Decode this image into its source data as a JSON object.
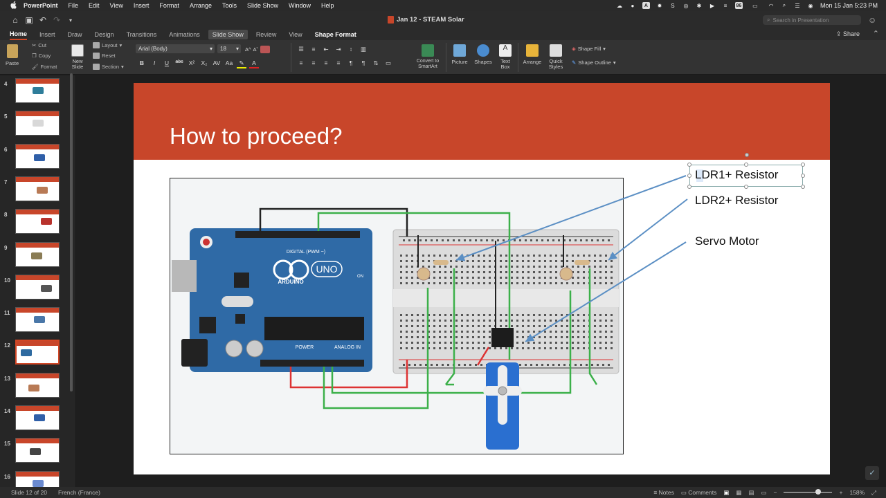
{
  "menubar": {
    "app": "PowerPoint",
    "items": [
      "File",
      "Edit",
      "View",
      "Insert",
      "Format",
      "Arrange",
      "Tools",
      "Slide Show",
      "Window",
      "Help"
    ],
    "datetime": "Mon 15 Jan  5:23 PM"
  },
  "titlebar": {
    "doc_title": "Jan 12 - STEAM Solar",
    "search_placeholder": "Search in Presentation"
  },
  "ribbon_tabs": {
    "tabs": [
      "Home",
      "Insert",
      "Draw",
      "Design",
      "Transitions",
      "Animations",
      "Slide Show",
      "Review",
      "View",
      "Shape Format"
    ],
    "active": "Home",
    "share": "Share"
  },
  "ribbon": {
    "paste": "Paste",
    "cut": "Cut",
    "copy": "Copy",
    "format": "Format",
    "new_slide": "New\nSlide",
    "layout": "Layout",
    "reset": "Reset",
    "section": "Section",
    "font": "Arial (Body)",
    "font_size": "18",
    "convert_smartart": "Convert to\nSmartArt",
    "picture": "Picture",
    "shapes": "Shapes",
    "text_box": "Text\nBox",
    "arrange": "Arrange",
    "quick_styles": "Quick\nStyles",
    "shape_fill": "Shape Fill",
    "shape_outline": "Shape Outline"
  },
  "sidebar": {
    "slides": [
      {
        "num": "4",
        "pic": "#2e7d9a"
      },
      {
        "num": "5",
        "pic": "#d8d8d8"
      },
      {
        "num": "6",
        "pic": "#2f5fa8"
      },
      {
        "num": "7",
        "pic": "#b87a55"
      },
      {
        "num": "8",
        "pic": "#b8322c"
      },
      {
        "num": "9",
        "pic": "#8a7c55"
      },
      {
        "num": "10",
        "pic": "#555555"
      },
      {
        "num": "11",
        "pic": "#4a77a8"
      },
      {
        "num": "12",
        "pic": "#2e6aa0"
      },
      {
        "num": "13",
        "pic": "#b87a55"
      },
      {
        "num": "14",
        "pic": "#2f5fa8"
      },
      {
        "num": "15",
        "pic": "#444444"
      },
      {
        "num": "16",
        "pic": "#6a8ad0"
      }
    ],
    "selected": "12"
  },
  "slide": {
    "title": "How to proceed?",
    "labels": [
      "LDR1+ Resistor",
      "LDR2+ Resistor",
      "Servo Motor"
    ],
    "board_text": {
      "uno": "UNO",
      "arduino": "ARDUINO",
      "digital": "DIGITAL (PWM ~)",
      "power": "POWER",
      "analog": "ANALOG IN",
      "on": "ON"
    }
  },
  "statusbar": {
    "slide_info": "Slide 12 of 20",
    "language": "French (France)",
    "notes": "Notes",
    "comments": "Comments",
    "zoom": "158%"
  },
  "colors": {
    "accent": "#d24726",
    "slide_header": "#c8462a",
    "arrow": "#5b8fc4",
    "wire_green": "#3cb04a",
    "wire_red": "#d33",
    "arduino_blue": "#2f6aa6"
  }
}
